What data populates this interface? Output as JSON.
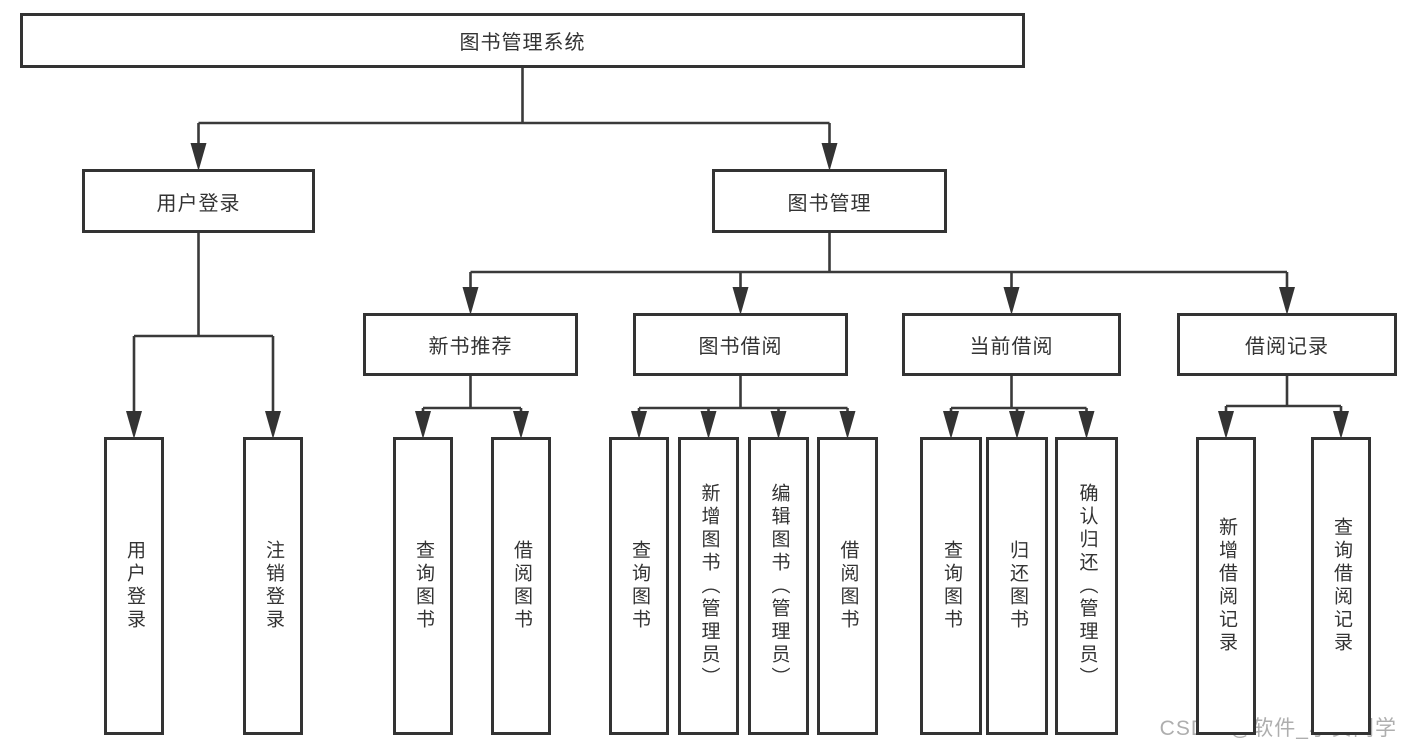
{
  "watermark": "CSDN @软件_小贺同学",
  "colors": {
    "box_border": "#333333",
    "box_fill": "#ffffff",
    "text": "#333333",
    "connector_line": "#3a3a3a",
    "arrowhead": "#333333",
    "watermark_text": "#aeaeae",
    "background": "#ffffff"
  },
  "tree": {
    "label": "图书管理系统",
    "children": [
      {
        "label": "用户登录",
        "children": [
          {
            "label": "用户登录"
          },
          {
            "label": "注销登录"
          }
        ]
      },
      {
        "label": "图书管理",
        "children": [
          {
            "label": "新书推荐",
            "children": [
              {
                "label": "查询图书"
              },
              {
                "label": "借阅图书"
              }
            ]
          },
          {
            "label": "图书借阅",
            "children": [
              {
                "label": "查询图书"
              },
              {
                "label": "新增图书（管理员）"
              },
              {
                "label": "编辑图书（管理员）"
              },
              {
                "label": "借阅图书"
              }
            ]
          },
          {
            "label": "当前借阅",
            "children": [
              {
                "label": "查询图书"
              },
              {
                "label": "归还图书"
              },
              {
                "label": "确认归还（管理员）"
              }
            ]
          },
          {
            "label": "借阅记录",
            "children": [
              {
                "label": "新增借阅记录"
              },
              {
                "label": "查询借阅记录"
              }
            ]
          }
        ]
      }
    ]
  }
}
